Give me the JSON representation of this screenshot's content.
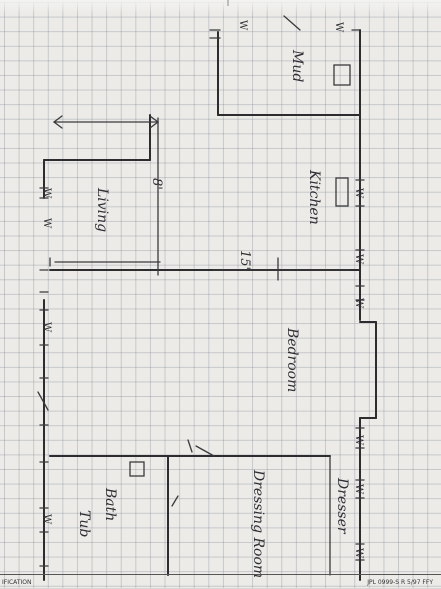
{
  "rooms": {
    "mud": "Mud",
    "kitchen": "Kitchen",
    "living": "Living",
    "bedroom": "Bedroom",
    "dressing": "Dressing Room",
    "bath": "Bath",
    "tub": "Tub",
    "dresser": "Dresser"
  },
  "dimensions": {
    "living_width": "8'",
    "kitchen_length": "15'"
  },
  "window_mark": "W",
  "footer": {
    "left": "IFICATION",
    "right": "JPL 0999-S  R 5/97  FFY"
  }
}
